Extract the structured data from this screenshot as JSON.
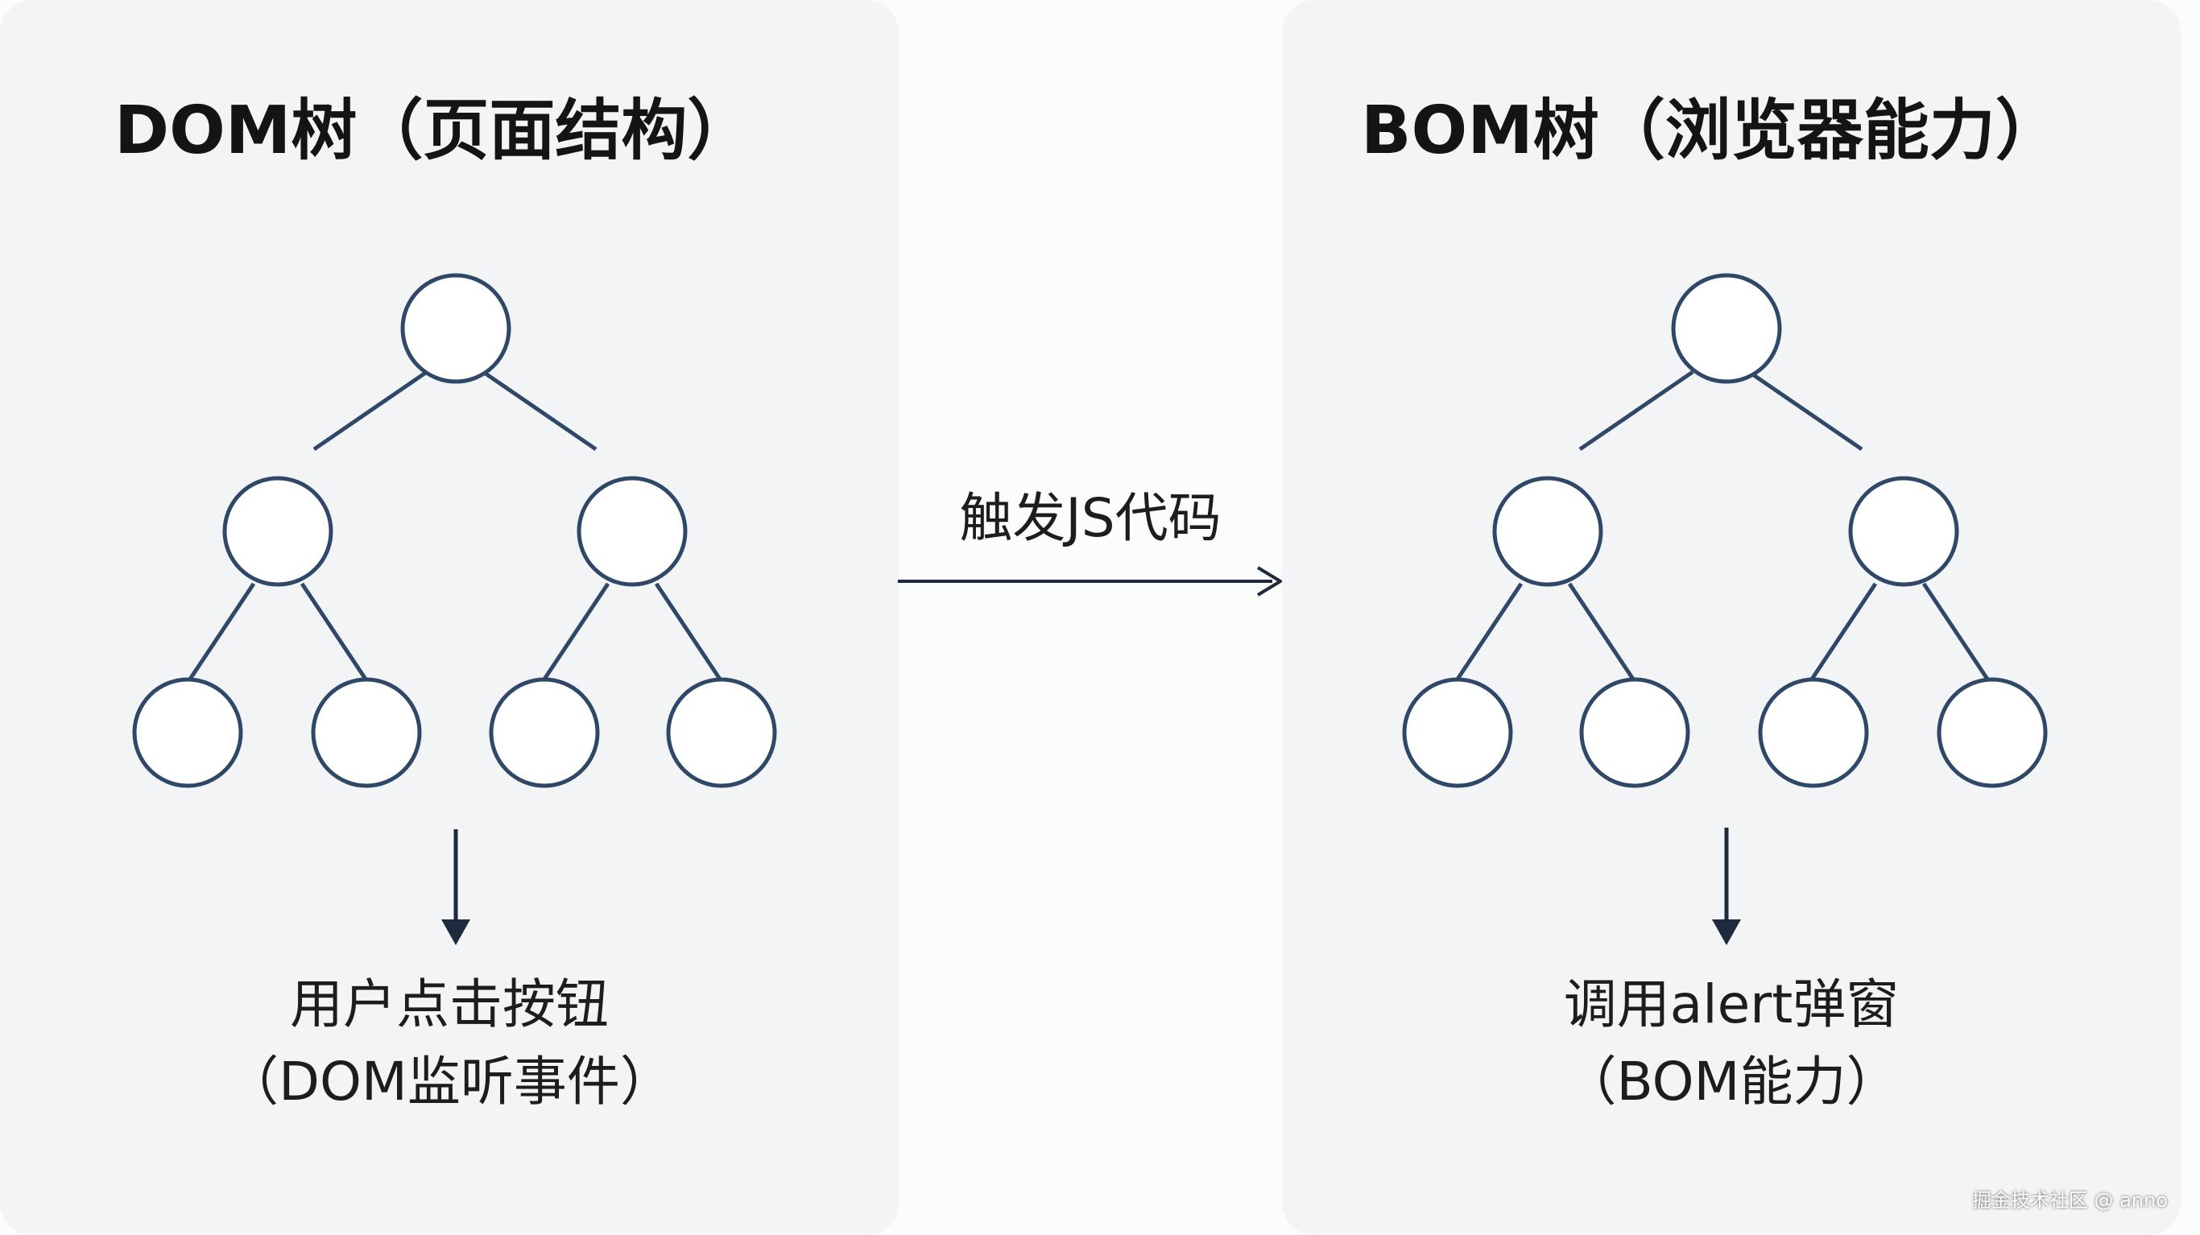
{
  "dom_panel": {
    "title": "DOM树（页面结构）",
    "caption_line1": "用户点击按钮",
    "caption_line2": "（DOM监听事件）"
  },
  "bom_panel": {
    "title": "BOM树（浏览器能力）",
    "caption_line1": "调用alert弹窗",
    "caption_line2": "（BOM能力）"
  },
  "middle_label": "触发JS代码",
  "watermark": "掘金技术社区 @ anno",
  "colors": {
    "node_stroke": "#2f4868",
    "arrow": "#1e2a3d",
    "panel_bg": "#f2f4f6",
    "page_bg": "#fbfcfc"
  }
}
